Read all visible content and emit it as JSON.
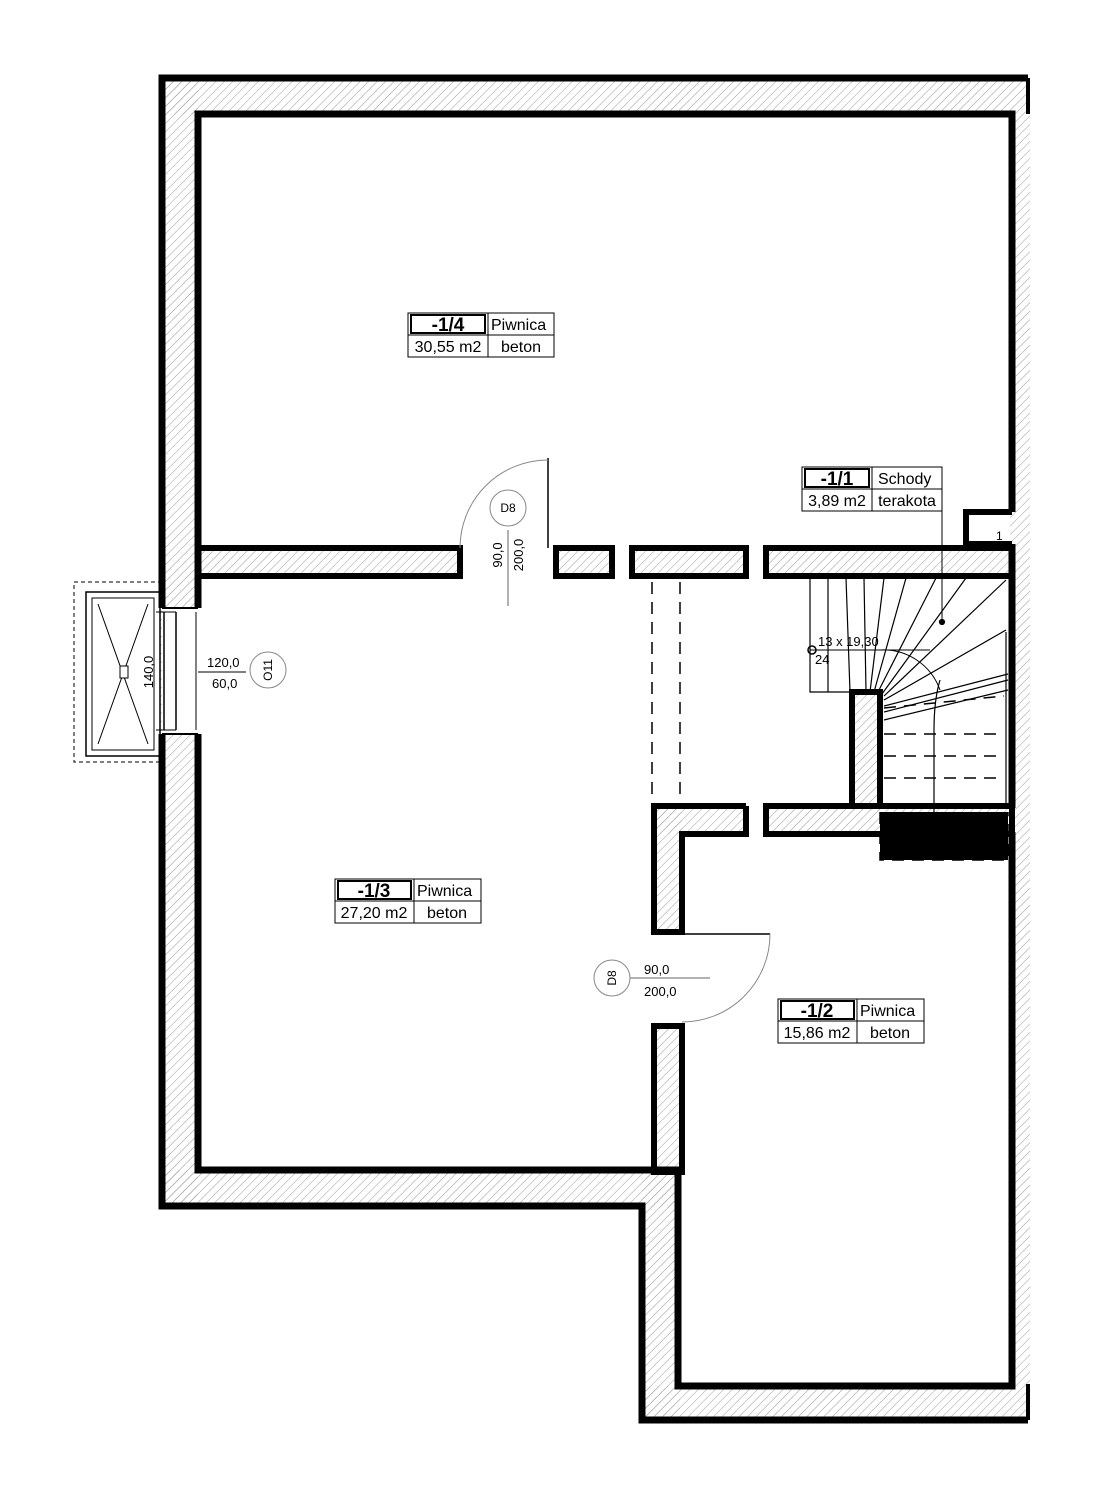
{
  "rooms": [
    {
      "id": "-1/4",
      "name": "Piwnica",
      "area": "30,55 m2",
      "floor": "beton"
    },
    {
      "id": "-1/1",
      "name": "Schody",
      "area": "3,89 m2",
      "floor": "terakota"
    },
    {
      "id": "-1/3",
      "name": "Piwnica",
      "area": "27,20 m2",
      "floor": "beton"
    },
    {
      "id": "-1/2",
      "name": "Piwnica",
      "area": "15,86 m2",
      "floor": "beton"
    }
  ],
  "doors": [
    {
      "symbol": "D8",
      "width": "90,0",
      "height": "200,0"
    },
    {
      "symbol": "D8",
      "width": "90,0",
      "height": "200,0"
    }
  ],
  "window": {
    "symbol": "O11",
    "width": "120,0",
    "sill": "60,0",
    "well_size": "140,0"
  },
  "stairs": {
    "steps": "13 x 19,30",
    "depth": "24",
    "marker": "1"
  },
  "colors": {
    "wall": "#000000",
    "hatch": "#9a9a9a",
    "background": "#ffffff"
  }
}
